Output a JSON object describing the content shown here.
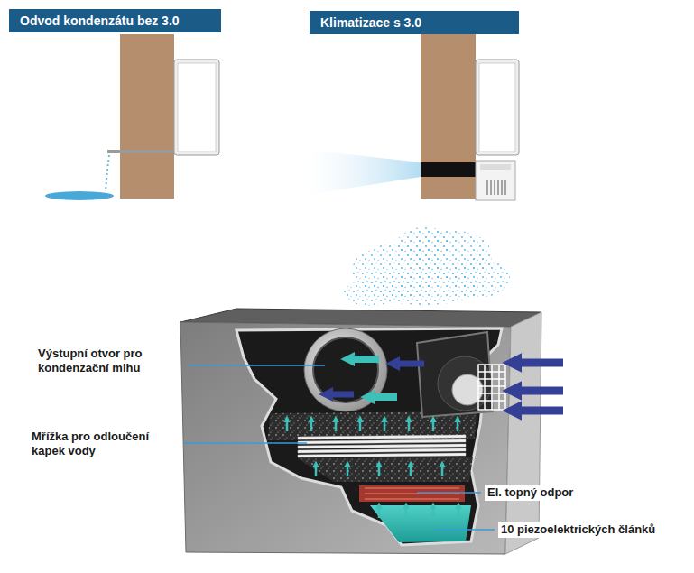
{
  "diagram": {
    "nodes": [
      {
        "text": [
          "Odvod kondenzátu bez 3.0"
        ]
      },
      {
        "text": [
          "Klimatizace s 3.0"
        ]
      }
    ],
    "labels": [
      "Výstupní otvor pro kondenzační mlhu",
      "Mřížka pro odloučení kapek vody",
      "El. topný odpor",
      "10 piezoelektrických článků"
    ]
  }
}
